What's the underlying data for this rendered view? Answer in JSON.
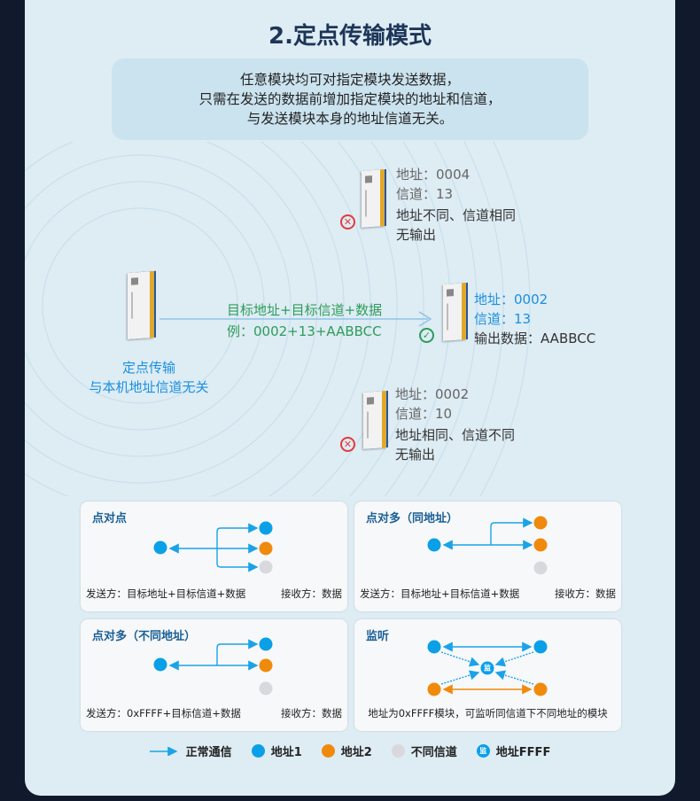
{
  "title": "2.定点传输模式",
  "intro": [
    "任意模块均可对指定模块发送数据，",
    "只需在发送的数据前增加指定模块的地址和信道，",
    "与发送模块本身的地址信道无关。"
  ],
  "sender": {
    "label1": "定点传输",
    "label2": "与本机地址信道无关"
  },
  "link": {
    "line1": "目标地址+目标信道+数据",
    "line2": "例：0002+13+AABBCC"
  },
  "receivers": [
    {
      "addr": "地址：0004",
      "chan": "信道：13",
      "note": "地址不同、信道相同",
      "result": "无输出",
      "status": "fail"
    },
    {
      "addr": "地址：0002",
      "chan": "信道：13",
      "result": "输出数据：AABBCC",
      "status": "ok"
    },
    {
      "addr": "地址：0002",
      "chan": "信道：10",
      "note": "地址相同、信道不同",
      "result": "无输出",
      "status": "fail"
    }
  ],
  "panels": [
    {
      "title": "点对点",
      "send": "发送方：目标地址+目标信道+数据",
      "recv": "接收方：数据"
    },
    {
      "title": "点对多（同地址）",
      "send": "发送方：目标地址+目标信道+数据",
      "recv": "接收方：数据"
    },
    {
      "title": "点对多（不同地址）",
      "send": "发送方：0xFFFF+目标信道+数据",
      "recv": "接收方：数据"
    },
    {
      "title": "监听",
      "desc": "地址为0xFFFF模块，可监听同信道下不同地址的模块",
      "mon": "监"
    }
  ],
  "legend": {
    "normal": "正常通信",
    "addr1": "地址1",
    "addr2": "地址2",
    "diff": "不同信道",
    "ffff": "地址FFFF",
    "mon": "监"
  },
  "colors": {
    "blue": "#0aa0e8",
    "orange": "#f08a0c",
    "gray": "#d9d9dd",
    "arrow": "#1aa3e8"
  }
}
